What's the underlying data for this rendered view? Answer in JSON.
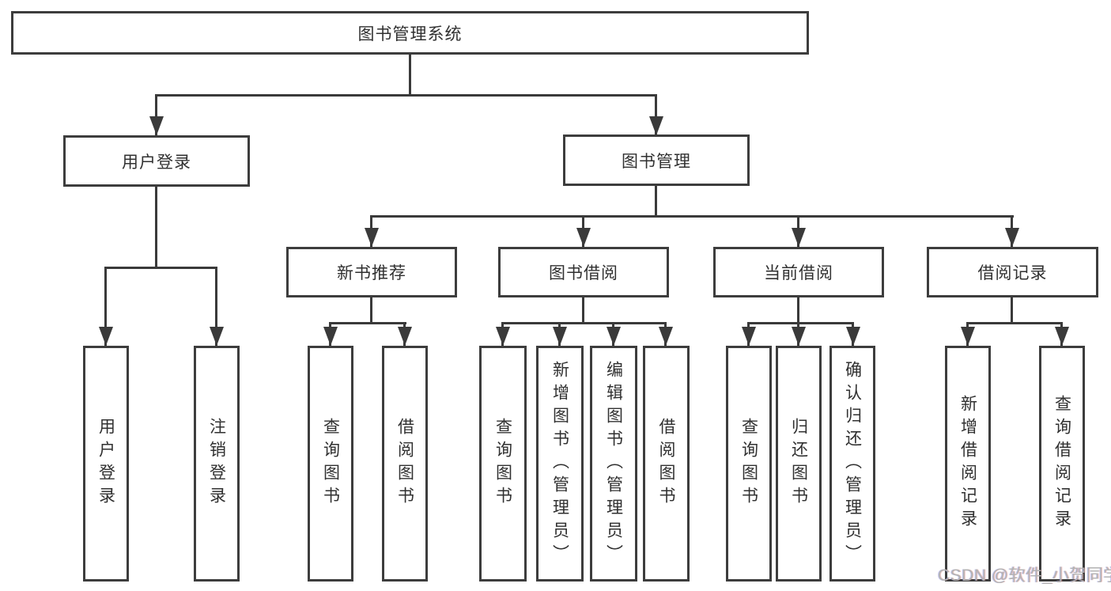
{
  "root": {
    "label": "图书管理系统"
  },
  "level2": {
    "user_login": {
      "label": "用户登录"
    },
    "book_management": {
      "label": "图书管理"
    }
  },
  "level3": {
    "new_books": {
      "label": "新书推荐"
    },
    "book_borrow": {
      "label": "图书借阅"
    },
    "current_borrow": {
      "label": "当前借阅"
    },
    "borrow_records": {
      "label": "借阅记录"
    }
  },
  "leaves": {
    "user_login": [
      "用户登录",
      "注销登录"
    ],
    "new_books": [
      "查询图书",
      "借阅图书"
    ],
    "book_borrow": [
      "查询图书",
      "新增图书（管理员）",
      "编辑图书（管理员）",
      "借阅图书"
    ],
    "current_borrow": [
      "查询图书",
      "归还图书",
      "确认归还（管理员）"
    ],
    "borrow_records": [
      "新增借阅记录",
      "查询借阅记录"
    ]
  },
  "watermark": {
    "text": "CSDN @软件_小贺同学"
  },
  "colors": {
    "line": "#3a3a3a",
    "box_border": "#3d3d3d",
    "box_background": "#ffffff",
    "text": "#303030",
    "watermark": "#b3b3b3",
    "page_background": "#ffffff"
  }
}
